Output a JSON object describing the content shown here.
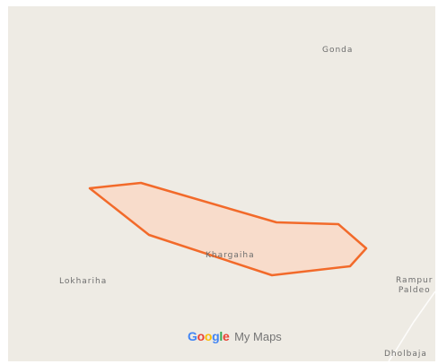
{
  "map": {
    "places": [
      {
        "id": "gonda",
        "name": "Gonda"
      },
      {
        "id": "khargaiha",
        "name": "Khargaiha"
      },
      {
        "id": "lokhariha",
        "name": "Lokhariha"
      },
      {
        "id": "rampur-paldeo",
        "name_lines": [
          "Rampur",
          "Paldeo"
        ]
      },
      {
        "id": "dholbaja",
        "name": "Dholbaja"
      }
    ],
    "polygon": {
      "stroke_color": "#f26a2a",
      "fill_color": "#f8dccb"
    },
    "land_color": "#eeebe4",
    "road_color": "#ffffff"
  },
  "watermark": {
    "brand_letters": [
      {
        "ch": "G",
        "color": "#4285f4"
      },
      {
        "ch": "o",
        "color": "#ea4335"
      },
      {
        "ch": "o",
        "color": "#fbbc05"
      },
      {
        "ch": "g",
        "color": "#4285f4"
      },
      {
        "ch": "l",
        "color": "#34a853"
      },
      {
        "ch": "e",
        "color": "#ea4335"
      }
    ],
    "product": "My Maps"
  }
}
